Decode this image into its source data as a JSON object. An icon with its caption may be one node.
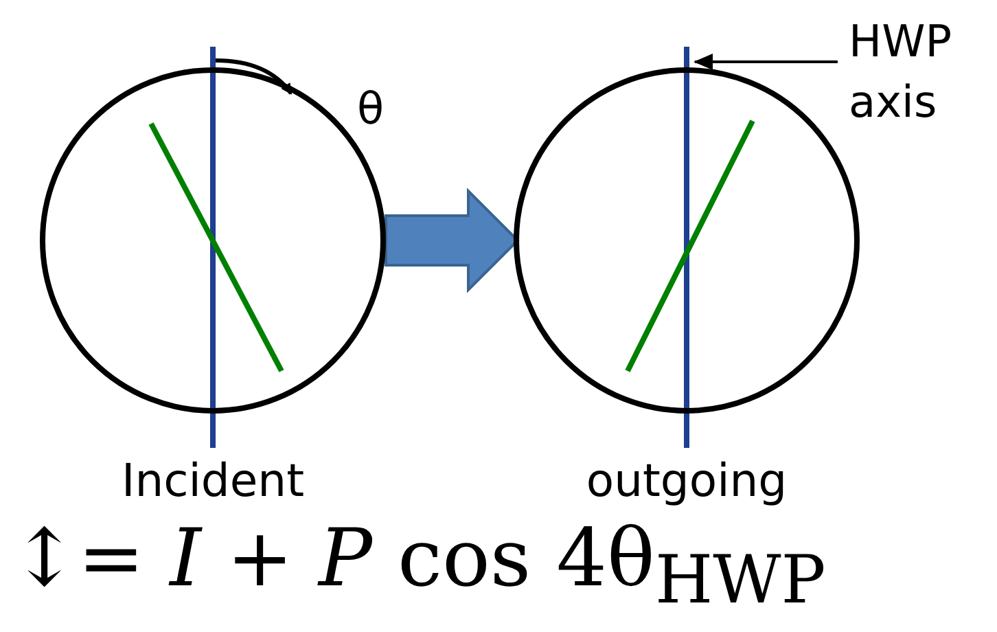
{
  "diagram": {
    "nodes": [
      {
        "text": [],
        "shape": "circle",
        "beside": [
          "Incident"
        ]
      },
      {
        "text": [],
        "shape": "circle",
        "beside": [
          "outgoing"
        ]
      },
      {
        "text": [
          "HWP axis"
        ]
      }
    ],
    "edges": [
      {
        "from": 0,
        "to": 1,
        "arrow": "to",
        "style": "thick",
        "color": "#4f81bd"
      },
      {
        "from": 2,
        "to": 1,
        "arrow": "to",
        "color": "#000000"
      }
    ],
    "labels": [
      "θ",
      "↕= *I* + *P* cos 4θ$_{HWP}$"
    ]
  }
}
